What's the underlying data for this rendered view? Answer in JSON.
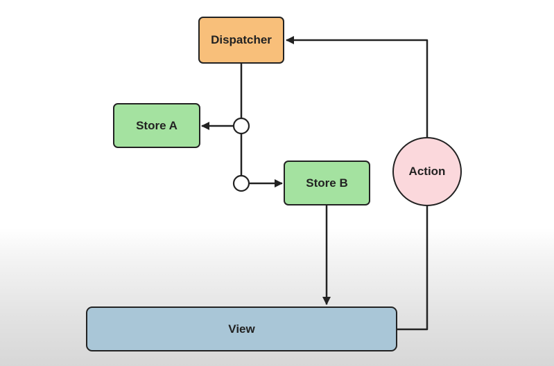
{
  "diagram": {
    "nodes": {
      "dispatcher": {
        "label": "Dispatcher",
        "color": "#f8bf7a"
      },
      "store_a": {
        "label": "Store A",
        "color": "#a4e2a0"
      },
      "store_b": {
        "label": "Store B",
        "color": "#a4e2a0"
      },
      "view": {
        "label": "View",
        "color": "#a9c6d7"
      },
      "action": {
        "label": "Action",
        "color": "#fbd8dc"
      }
    },
    "edges": [
      {
        "from": "dispatcher",
        "to": "store_a"
      },
      {
        "from": "dispatcher",
        "to": "store_b"
      },
      {
        "from": "store_b",
        "to": "view"
      },
      {
        "from": "view",
        "to": "action"
      },
      {
        "from": "action",
        "to": "dispatcher"
      }
    ],
    "line_color": "#222222"
  }
}
